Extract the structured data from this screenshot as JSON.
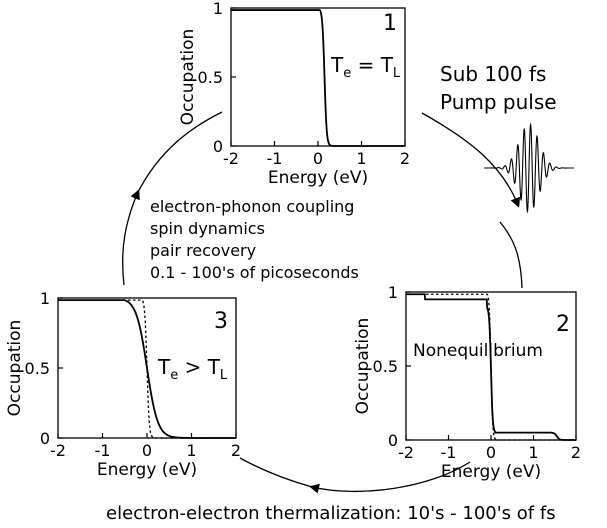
{
  "process_label": {
    "line1": "Sub 100 fs",
    "line2": "Pump pulse"
  },
  "cooling_labels": [
    "electron-phonon coupling",
    "spin dynamics",
    "pair recovery",
    "0.1 - 100's  of picoseconds"
  ],
  "thermalization_label": "electron-electron thermalization:  10's - 100's of fs",
  "panels": [
    {
      "number": "1",
      "annotation": {
        "main": "T",
        "sub1": "e",
        "mid": " = T",
        "sub2": "L"
      },
      "xlabel": "Energy (eV)",
      "ylabel": "Occupation",
      "xticks": [
        "-2",
        "-1",
        "0",
        "1",
        "2"
      ],
      "yticks": [
        "0",
        "0.5",
        "1"
      ],
      "xlim": [
        -2,
        2
      ],
      "ylim": [
        0,
        1
      ],
      "curves": [
        {
          "name": "",
          "style": "solid",
          "kind": "fermi",
          "mu": 0.15,
          "kT": 0.025
        }
      ]
    },
    {
      "number": "2",
      "annotation_text": "Nonequilibrium",
      "xlabel": "Energy (eV)",
      "ylabel": "Occupation",
      "xticks": [
        "-2",
        "-1",
        "0",
        "1",
        "2"
      ],
      "yticks": [
        "0",
        "0.5",
        "1"
      ],
      "xlim": [
        -2,
        2
      ],
      "ylim": [
        0,
        1
      ],
      "curves": [
        {
          "name": "",
          "style": "solid",
          "kind": "nonequilibrium",
          "mu": 0.0,
          "kT": 0.02,
          "step_low": -1.55,
          "step_high": 1.55,
          "step_height": 0.05
        },
        {
          "name": "",
          "style": "dotted",
          "kind": "fermi",
          "mu": 0.0,
          "kT": 0.02
        }
      ]
    },
    {
      "number": "3",
      "annotation": {
        "main": "T",
        "sub1": "e",
        "mid": " > T",
        "sub2": "L"
      },
      "xlabel": "Energy (eV)",
      "ylabel": "Occupation",
      "xticks": [
        "-2",
        "-1",
        "0",
        "1",
        "2"
      ],
      "yticks": [
        "0",
        "0.5",
        "1"
      ],
      "xlim": [
        -2,
        2
      ],
      "ylim": [
        0,
        1
      ],
      "curves": [
        {
          "name": "",
          "style": "solid",
          "kind": "fermi",
          "mu": 0.0,
          "kT": 0.12
        },
        {
          "name": "",
          "style": "dotted",
          "kind": "fermi",
          "mu": 0.0,
          "kT": 0.025
        }
      ]
    }
  ],
  "pump_pulse": {
    "oscillations": 14,
    "envelope_width": 0.22
  },
  "colors": {
    "ink": "#000000",
    "background": "#ffffff"
  }
}
